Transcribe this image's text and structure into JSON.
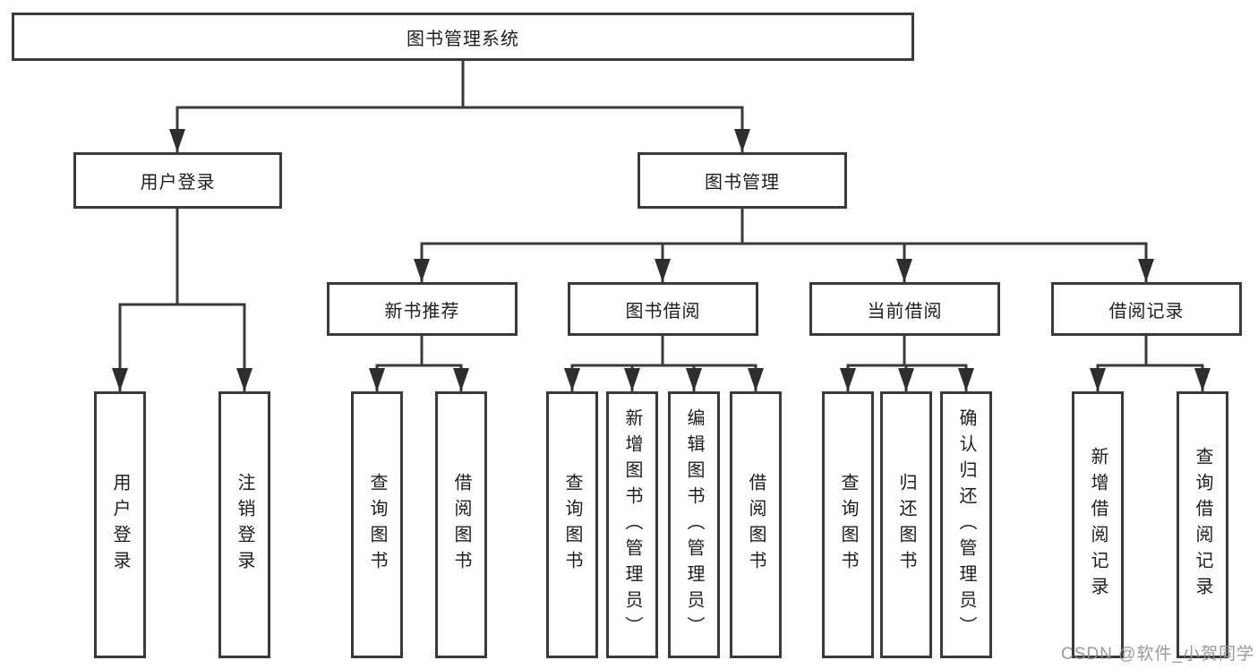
{
  "diagram": {
    "type": "tree-diagram",
    "root": {
      "label": "图书管理系统",
      "children": [
        {
          "label": "用户登录",
          "children": [
            {
              "label": "用户登录"
            },
            {
              "label": "注销登录"
            }
          ]
        },
        {
          "label": "图书管理",
          "children": [
            {
              "label": "新书推荐",
              "children": [
                {
                  "label": "查询图书"
                },
                {
                  "label": "借阅图书"
                }
              ]
            },
            {
              "label": "图书借阅",
              "children": [
                {
                  "label": "查询图书"
                },
                {
                  "label": "新增图书（管理员）"
                },
                {
                  "label": "编辑图书（管理员）"
                },
                {
                  "label": "借阅图书"
                }
              ]
            },
            {
              "label": "当前借阅",
              "children": [
                {
                  "label": "查询图书"
                },
                {
                  "label": "归还图书"
                },
                {
                  "label": "确认归还（管理员）"
                }
              ]
            },
            {
              "label": "借阅记录",
              "children": [
                {
                  "label": "新增借阅记录"
                },
                {
                  "label": "查询借阅记录"
                }
              ]
            }
          ]
        }
      ]
    },
    "colors": {
      "box_border": "#3a3a3a",
      "box_fill": "#ffffff",
      "line": "#3a3a3a",
      "text": "#1e1e1e",
      "watermark": "#919191"
    }
  },
  "watermark": {
    "text": "CSDN @软件_小贺同学"
  }
}
